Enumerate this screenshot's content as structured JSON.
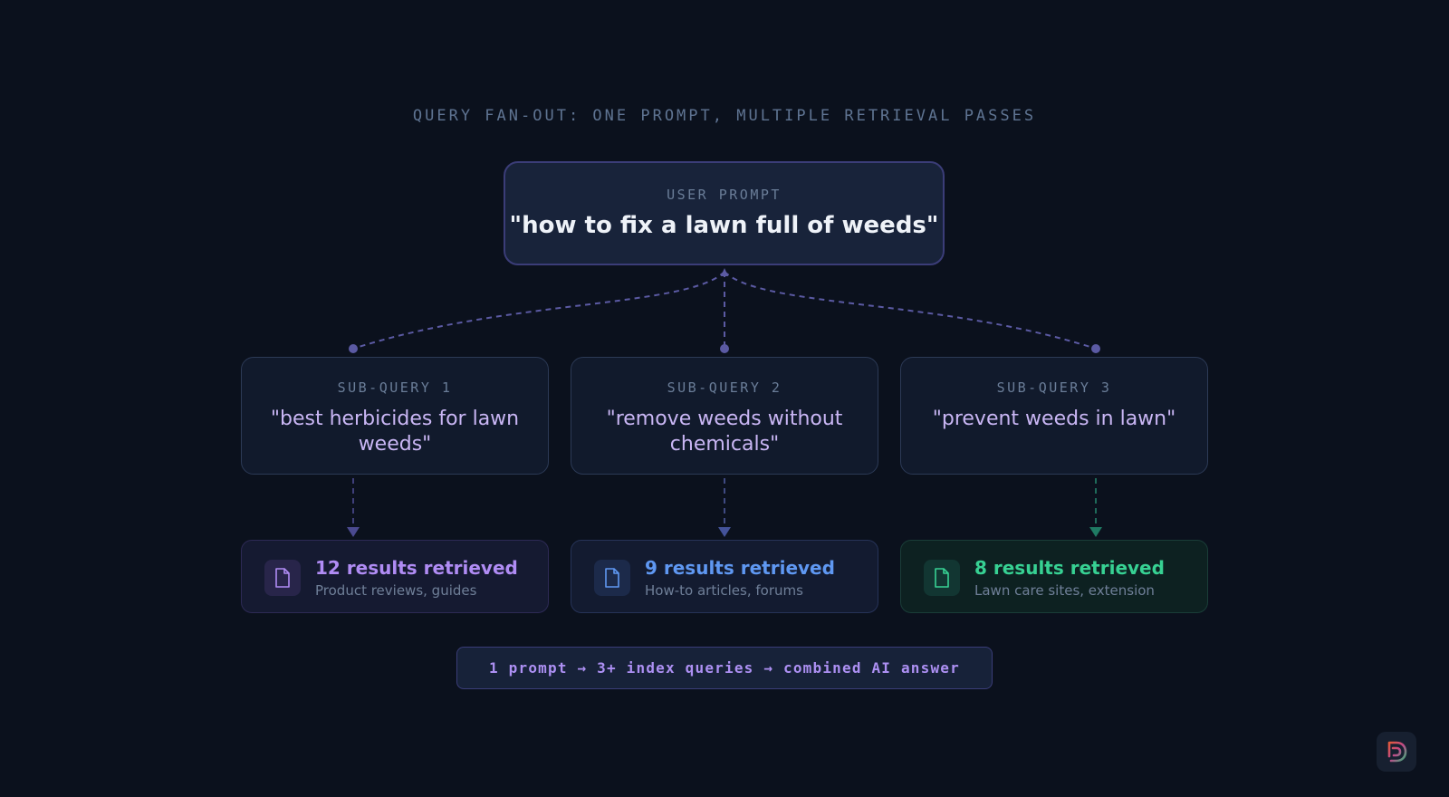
{
  "title": "QUERY FAN-OUT: ONE PROMPT, MULTIPLE RETRIEVAL PASSES",
  "prompt": {
    "label": "USER PROMPT",
    "text": "\"how to fix a lawn full of weeds\""
  },
  "subqueries": [
    {
      "label": "SUB-QUERY 1",
      "text": "\"best herbicides for lawn weeds\""
    },
    {
      "label": "SUB-QUERY 2",
      "text": "\"remove weeds without chemicals\""
    },
    {
      "label": "SUB-QUERY 3",
      "text": "\"prevent weeds in lawn\""
    }
  ],
  "results": [
    {
      "title": "12 results retrieved",
      "subtitle": "Product reviews, guides",
      "icon": "document-icon",
      "color": "#b08cf4"
    },
    {
      "title": "9 results retrieved",
      "subtitle": "How-to articles, forums",
      "icon": "document-icon",
      "color": "#5f98f2"
    },
    {
      "title": "8 results retrieved",
      "subtitle": "Lawn care sites, extension",
      "icon": "document-icon",
      "color": "#37d193"
    }
  ],
  "summary": "1 prompt → 3+ index queries → combined AI answer",
  "colors": {
    "background": "#0b111d",
    "connector": "#5b5aa3",
    "connector_green": "#1f6b5a"
  }
}
